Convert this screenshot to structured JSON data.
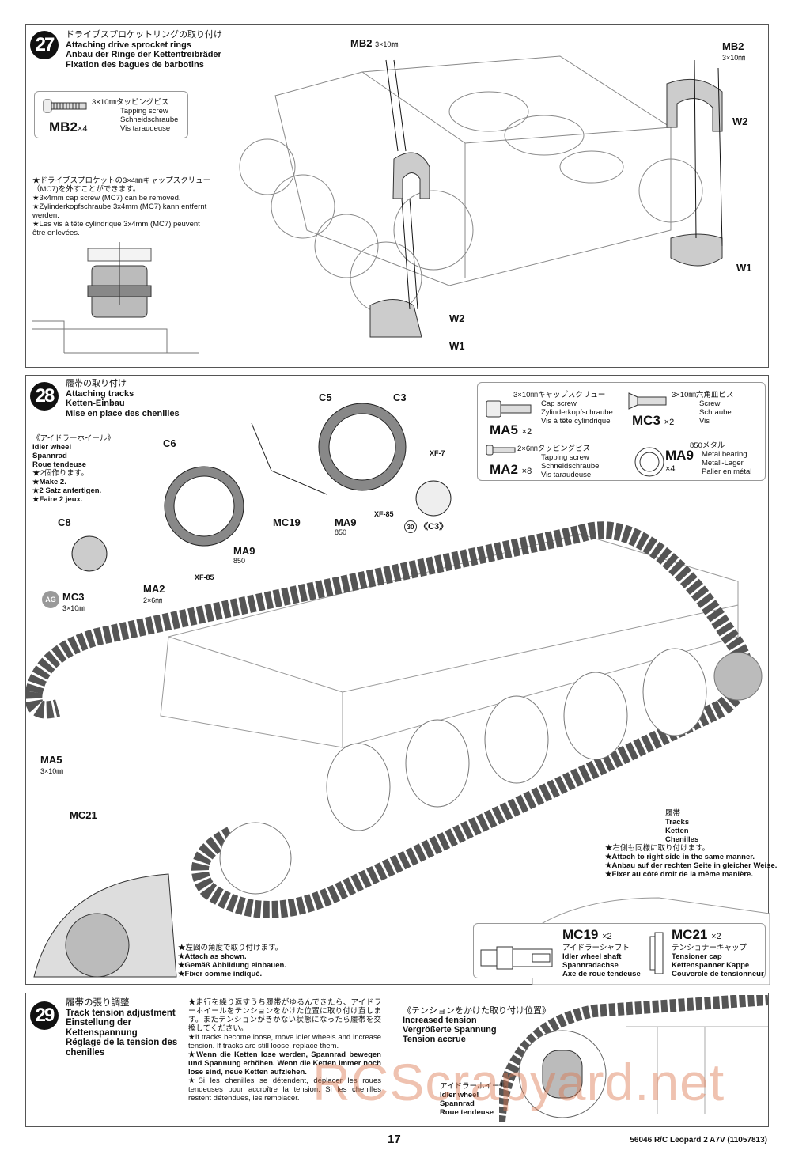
{
  "step27": {
    "number": "27",
    "title": [
      "ドライブスプロケットリングの取り付け",
      "Attaching drive sprocket rings",
      "Anbau der Ringe der Kettentreibräder",
      "Fixation des bagues de barbotins"
    ],
    "parts_box": {
      "part": "MB2",
      "qty": "×4",
      "desc": [
        "3×10㎜タッピングビス",
        "Tapping screw",
        "Schneidschraube",
        "Vis taraudeuse"
      ]
    },
    "notes": [
      "★ドライブスプロケットの3×4㎜キャップスクリュー（MC7)を外すことができます。",
      "★3x4mm cap screw (MC7) can be removed.",
      "★Zylinderkopfschraube 3x4mm (MC7) kann entfernt werden.",
      "★Les vis à tête cylindrique 3x4mm (MC7) peuvent être enlevées."
    ],
    "labels": {
      "mb2_left": "MB2",
      "mb2_left_size": "3×10㎜",
      "mb2_right": "MB2",
      "mb2_right_size": "3×10㎜",
      "w2_right": "W2",
      "w1_right": "W1",
      "w2_left": "W2",
      "w1_left": "W1"
    }
  },
  "step28": {
    "number": "28",
    "title": [
      "履帯の取り付け",
      "Attaching tracks",
      "Ketten-Einbau",
      "Mise en place des chenilles"
    ],
    "idler": [
      "《アイドラーホイール》",
      "Idler wheel",
      "Spannrad",
      "Roue tendeuse",
      "★2個作ります。",
      "★Make 2.",
      "★2 Satz anfertigen.",
      "★Faire 2 jeux."
    ],
    "parts_box": [
      {
        "part": "MA5",
        "qty": "×2",
        "desc": [
          "3×10㎜キャップスクリュー",
          "Cap screw",
          "Zylinderkopfschraube",
          "Vis à tête cylindrique"
        ]
      },
      {
        "part": "MC3",
        "qty": "×2",
        "desc": [
          "3×10㎜六角皿ビス",
          "Screw",
          "Schraube",
          "Vis"
        ]
      },
      {
        "part": "MA2",
        "qty": "×8",
        "desc": [
          "2×6㎜タッピングビス",
          "Tapping screw",
          "Schneidschraube",
          "Vis taraudeuse"
        ]
      },
      {
        "part": "MA9",
        "qty": "×4",
        "desc": [
          "850メタル",
          "Metal bearing",
          "Metall-Lager",
          "Palier en métal"
        ]
      }
    ],
    "labels": {
      "c6": "C6",
      "c5": "C5",
      "c3": "C3",
      "xf7": "XF-7",
      "mc19": "MC19",
      "ma9a": "MA9",
      "ma9a_sub": "850",
      "xf85a": "XF-85",
      "c3_ref": "《C3》",
      "c3_ref_num": "30",
      "c8": "C8",
      "ma9b": "MA9",
      "ma9b_sub": "850",
      "ma2": "MA2",
      "ma2_sub": "2×6㎜",
      "xf85b": "XF-85",
      "mc3": "MC3",
      "mc3_sub": "3×10㎜",
      "ag": "AG",
      "ma5": "MA5",
      "ma5_sub": "3×10㎜",
      "mc21": "MC21"
    },
    "tracks": [
      "履帯",
      "Tracks",
      "Ketten",
      "Chenilles"
    ],
    "right_notes": [
      "★右側も同様に取り付けます。",
      "★Attach to right side in the same manner.",
      "★Anbau auf der rechten Seite in gleicher Weise.",
      "★Fixer au côté droit de la même manière."
    ],
    "angle_notes": [
      "★左図の角度で取り付けます。",
      "★Attach as shown.",
      "★Gemäß Abbildung einbauen.",
      "★Fixer comme indiqué."
    ],
    "bottom_box": [
      {
        "part": "MC19",
        "qty": "×2",
        "desc": [
          "アイドラーシャフト",
          "Idler wheel shaft",
          "Spannradachse",
          "Axe de roue tendeuse"
        ]
      },
      {
        "part": "MC21",
        "qty": "×2",
        "desc": [
          "テンショナーキャップ",
          "Tensioner cap",
          "Kettenspanner Kappe",
          "Couvercle de tensionneur"
        ]
      }
    ]
  },
  "step29": {
    "number": "29",
    "title": [
      "履帯の張り調整",
      "Track tension adjustment",
      "Einstellung der Kettenspannung",
      "Réglage de la tension des chenilles"
    ],
    "notes": [
      "★走行を繰り返すうち履帯がゆるんできたら、アイドラーホイールをテンションをかけた位置に取り付け直します。またテンションがきかない状態になったら履帯を交換してください。",
      "★If tracks become loose, move idler wheels and increase tension. If tracks are still loose, replace them.",
      "★Wenn die Ketten lose werden, Spannrad bewegen und Spannung erhöhen. Wenn die Ketten immer noch lose sind, neue Ketten aufziehen.",
      "★Si les chenilles se détendent, déplacer les roues tendeuses pour accroître la tension. Si les chenilles restent détendues, les remplacer."
    ],
    "tension": [
      "《テンションをかけた取り付け位置》",
      "Increased tension",
      "Vergrößerte Spannung",
      "Tension accrue"
    ],
    "idler": [
      "アイドラーホイール",
      "Idler wheel",
      "Spannrad",
      "Roue tendeuse"
    ]
  },
  "footer": {
    "page": "17",
    "code": "56046 R/C Leopard 2 A7V (11057813)"
  },
  "watermark": "RCScrapyard.net"
}
